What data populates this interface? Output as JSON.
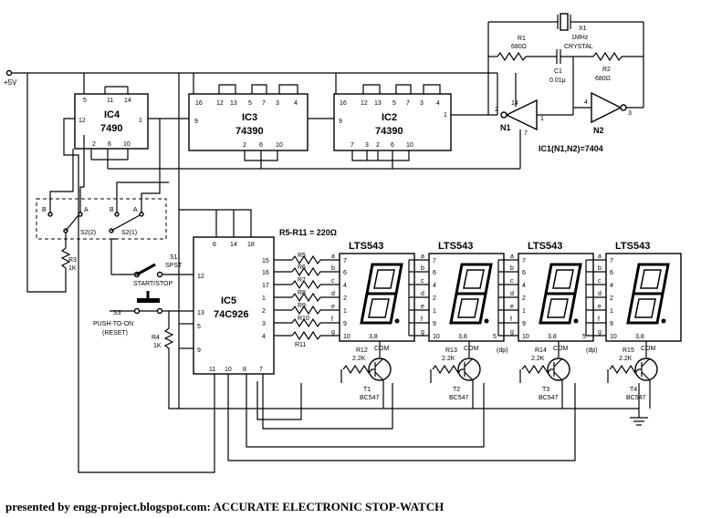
{
  "supply": "+5V",
  "ic4": {
    "name": "IC4",
    "part": "7490",
    "pins_top": [
      "5",
      "11",
      "14"
    ],
    "pin_left": "12",
    "pin_right": "1",
    "pins_bottom": [
      "2",
      "6",
      "10"
    ]
  },
  "ic3": {
    "name": "IC3",
    "part": "74390",
    "pins_top": [
      "16",
      "12",
      "13",
      "5",
      "7",
      "3",
      "4"
    ],
    "pin_left": "9",
    "pins_bottom": [
      "2",
      "6",
      "10"
    ]
  },
  "ic2": {
    "name": "IC2",
    "part": "74390",
    "pins_top": [
      "16",
      "12",
      "13",
      "5",
      "7",
      "3",
      "4"
    ],
    "pin_left": "9",
    "pin_right": "1",
    "pins_bottom": [
      "7",
      "3",
      "2",
      "6",
      "10"
    ]
  },
  "osc": {
    "r1": "R1",
    "r1_val": "680Ω",
    "r2": "R2",
    "r2_val": "680Ω",
    "c1": "C1",
    "c1_val": "0.01μ",
    "x1": "X1",
    "x1_val": "1MHz",
    "x1_type": "CRYSTAL",
    "n1": "N1",
    "n2": "N2",
    "n1_pins": [
      "2",
      "14",
      "1",
      "7"
    ],
    "n2_pins": [
      "4",
      "3"
    ],
    "ic1_label": "IC1(N1,N2)=7404"
  },
  "ic5": {
    "name": "IC5",
    "part": "74C926",
    "pins_top": [
      "6",
      "14",
      "18"
    ],
    "pins_right": [
      "15",
      "16",
      "17",
      "1",
      "2",
      "3",
      "4"
    ],
    "pins_left": [
      "12",
      "13",
      "5",
      "9"
    ],
    "pins_bottom": [
      "11",
      "10",
      "8",
      "7"
    ]
  },
  "resistor_note": "R5-R11 = 220Ω",
  "seg_resistors": [
    "R5",
    "R6",
    "R7",
    "R8",
    "R9",
    "R10",
    "R11"
  ],
  "switches": {
    "s1": "S1",
    "s1_type": "SPST",
    "s1_label": "START/STOP",
    "s3": "S3",
    "s3_label": "PUSH-TO-ON",
    "s3_sub": "(RESET)",
    "s2a": "S2(2)",
    "s2b": "S2(1)",
    "pos_a": "A",
    "pos_b": "B"
  },
  "r3": {
    "name": "R3",
    "val": "1K"
  },
  "r4": {
    "name": "R4",
    "val": "1K"
  },
  "segments": [
    "a",
    "b",
    "c",
    "d",
    "e",
    "f",
    "g"
  ],
  "displays": [
    {
      "name": "LTS543",
      "pins_left": [
        "7",
        "6",
        "4",
        "2",
        "1",
        "9",
        "10"
      ],
      "pin_com": "3,8",
      "dp_pin": "",
      "com": "COM"
    },
    {
      "name": "LTS543",
      "pins_left": [
        "7",
        "6",
        "4",
        "2",
        "1",
        "9",
        "10"
      ],
      "pin_com": "3,8",
      "dp_pin": "5",
      "com": "COM",
      "dp": "(dp)"
    },
    {
      "name": "LTS543",
      "pins_left": [
        "7",
        "6",
        "4",
        "2",
        "1",
        "9",
        "10"
      ],
      "pin_com": "3,8",
      "dp_pin": "5",
      "com": "COM",
      "dp": "(dp)"
    },
    {
      "name": "LTS543",
      "pins_left": [
        "7",
        "6",
        "4",
        "2",
        "1",
        "9",
        "10"
      ],
      "pin_com": "3,8",
      "dp_pin": "",
      "com": "COM"
    }
  ],
  "transistors": [
    {
      "r": "R12",
      "rv": "2.2K",
      "t": "T1",
      "tv": "BC547"
    },
    {
      "r": "R13",
      "rv": "2.2K",
      "t": "T2",
      "tv": "BC547"
    },
    {
      "r": "R14",
      "rv": "2.2K",
      "t": "T3",
      "tv": "BC547"
    },
    {
      "r": "R15",
      "rv": "2.2K",
      "t": "T4",
      "tv": "BC547"
    }
  ],
  "caption": {
    "prefix": "presented by engg-project.blogspot.com: ",
    "title": "ACCURATE ELECTRONIC STOP-WATCH"
  }
}
